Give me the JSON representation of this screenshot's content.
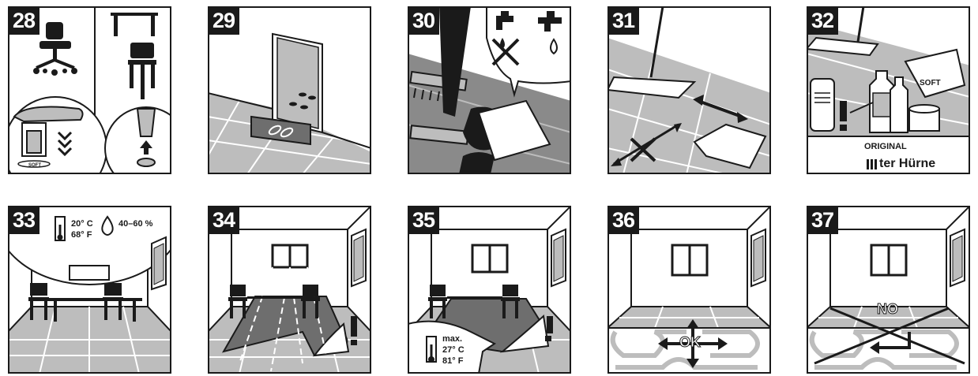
{
  "panels": [
    {
      "number": "28",
      "soft_label": "SOFT"
    },
    {
      "number": "29"
    },
    {
      "number": "30"
    },
    {
      "number": "31"
    },
    {
      "number": "32",
      "soft_label": "SOFT",
      "original_label": "ORIGINAL",
      "brand": "ter Hürne"
    },
    {
      "number": "33",
      "temp_c": "20° C",
      "temp_f": "68° F",
      "humidity": "40–60 %"
    },
    {
      "number": "34"
    },
    {
      "number": "35",
      "max_label": "max.",
      "temp_c": "27° C",
      "temp_f": "81° F"
    },
    {
      "number": "36",
      "ok_label": "OK"
    },
    {
      "number": "37",
      "no_label": "NO"
    }
  ],
  "colors": {
    "ink": "#1a1a1a",
    "floor": "#bdbdbd",
    "floor_dark": "#8a8a8a",
    "paper": "#ffffff"
  }
}
